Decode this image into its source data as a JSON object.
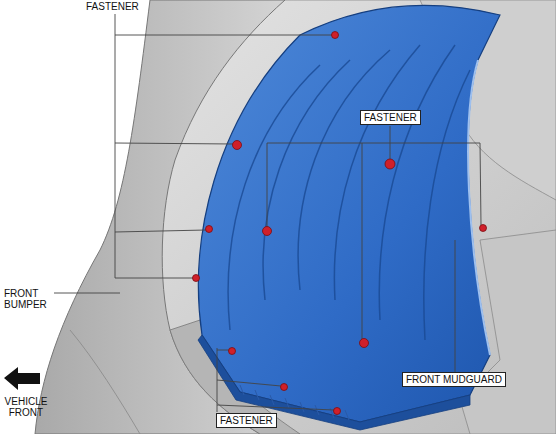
{
  "diagram": {
    "labels": [
      "FASTENER",
      "FASTENER",
      "FASTENER",
      "FRONT BUMPER",
      "FRONT MUDGUARD",
      "VEHICLE FRONT"
    ]
  }
}
